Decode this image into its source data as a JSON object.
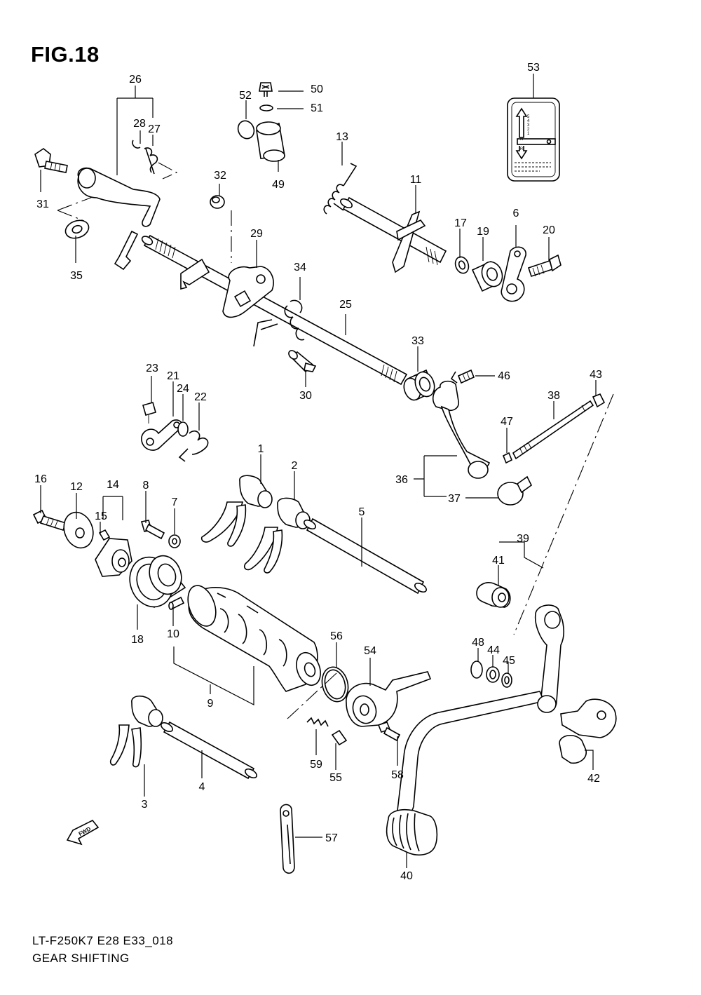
{
  "figure": {
    "title": "FIG.18"
  },
  "footer": {
    "model_code": "LT-F250K7 E28 E33_018",
    "section_name": "GEAR SHIFTING"
  },
  "fwd_badge": "FWD",
  "callouts": {
    "p1": "1",
    "p2": "2",
    "p3": "3",
    "p4": "4",
    "p5": "5",
    "p6": "6",
    "p7": "7",
    "p8": "8",
    "p9": "9",
    "p10": "10",
    "p11": "11",
    "p12": "12",
    "p13": "13",
    "p14": "14",
    "p15": "15",
    "p16": "16",
    "p17": "17",
    "p18": "18",
    "p19": "19",
    "p20": "20",
    "p21": "21",
    "p22": "22",
    "p23": "23",
    "p24": "24",
    "p25": "25",
    "p26": "26",
    "p27": "27",
    "p28": "28",
    "p29": "29",
    "p30": "30",
    "p31": "31",
    "p32": "32",
    "p33": "33",
    "p34": "34",
    "p35": "35",
    "p36": "36",
    "p37": "37",
    "p38": "38",
    "p39": "39",
    "p40": "40",
    "p41": "41",
    "p42": "42",
    "p43": "43",
    "p44": "44",
    "p45": "45",
    "p46": "46",
    "p47": "47",
    "p48": "48",
    "p49": "49",
    "p50": "50",
    "p51": "51",
    "p52": "52",
    "p53": "53",
    "p54": "54",
    "p55": "55",
    "p56": "56",
    "p57": "57",
    "p58": "58",
    "p59": "59"
  },
  "shift_label": {
    "gears": [
      "5",
      "4",
      "3",
      "2",
      "1"
    ],
    "neutral": "N",
    "reverse": "R"
  }
}
